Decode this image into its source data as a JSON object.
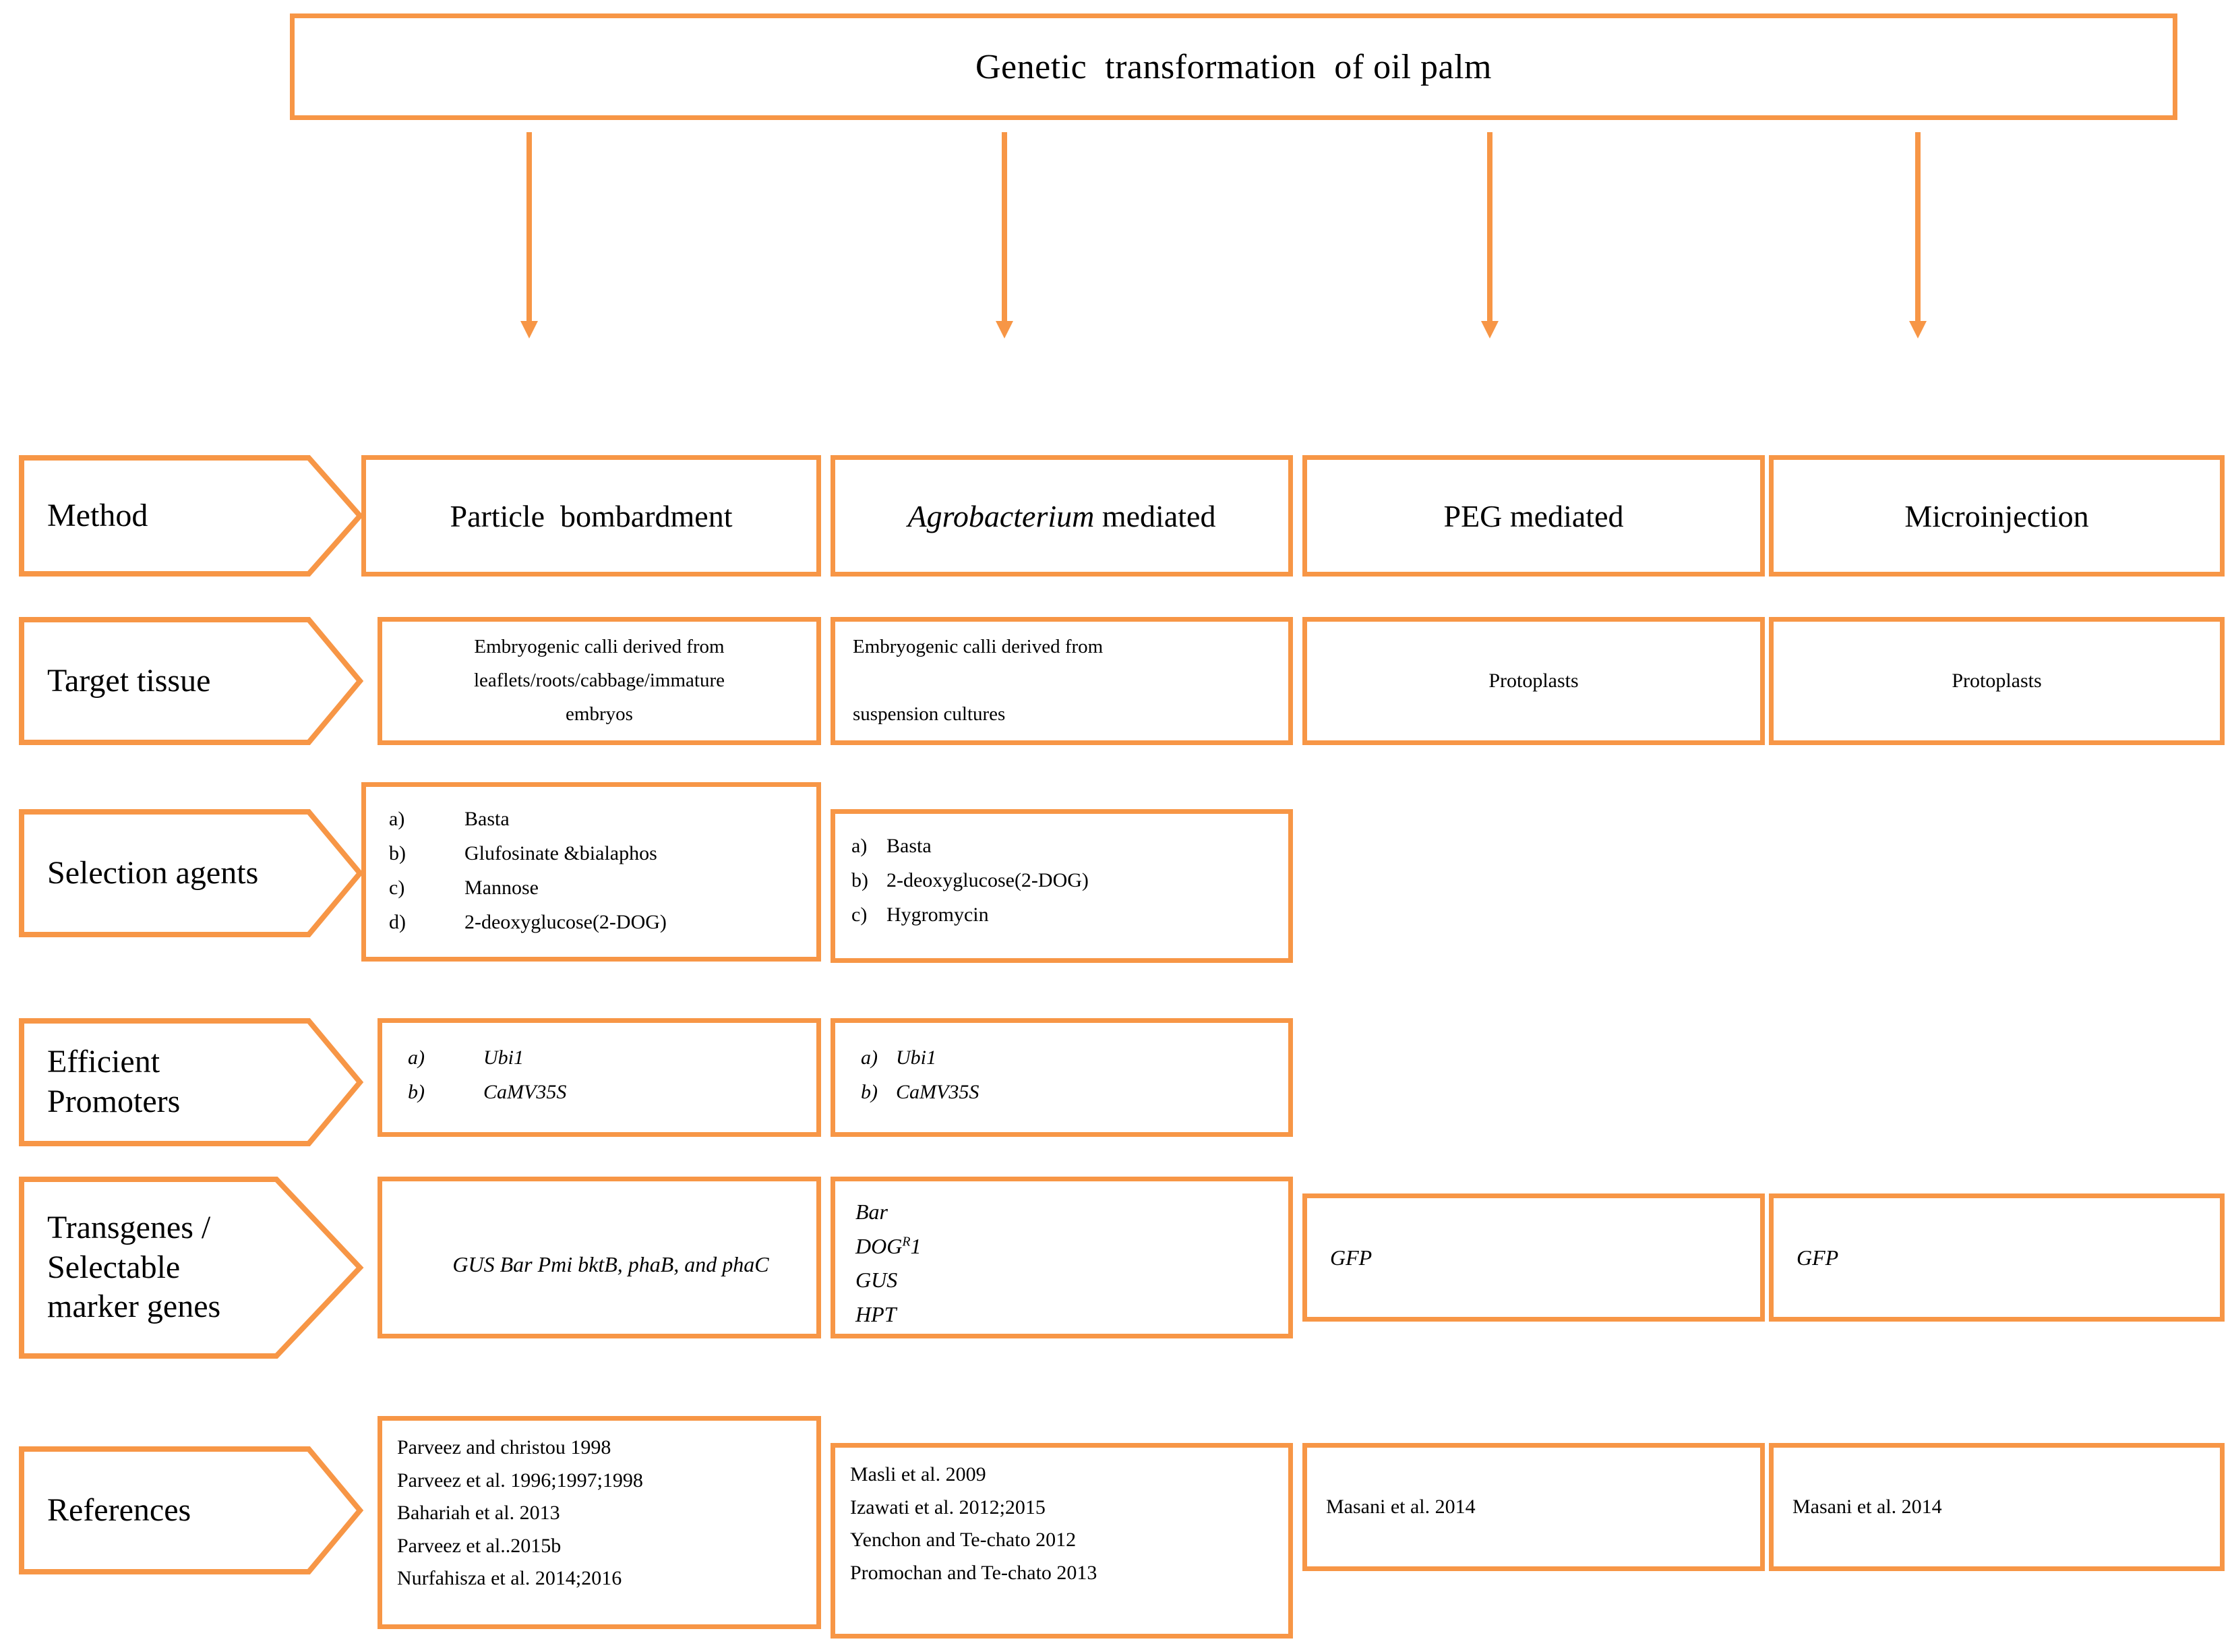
{
  "title": {
    "text": "Genetic  transformation  of oil palm"
  },
  "accent_color": "#F79646",
  "row_labels": [
    {
      "id": "method",
      "label": "Method"
    },
    {
      "id": "target",
      "label": "Target  tissue"
    },
    {
      "id": "selection",
      "label": "Selection  agents"
    },
    {
      "id": "promoters",
      "label": "Efficient\nPromoters"
    },
    {
      "id": "transgenes",
      "label": "Transgenes /\nSelectable\nmarker  genes"
    },
    {
      "id": "references",
      "label": "References"
    }
  ],
  "methods": [
    {
      "name_plain": "Particle  bombardment",
      "name_italic_prefix": "",
      "name_rest": ""
    },
    {
      "name_plain": "",
      "name_italic_prefix": "Agrobacterium",
      "name_rest": " mediated"
    },
    {
      "name_plain": "PEG mediated",
      "name_italic_prefix": "",
      "name_rest": ""
    },
    {
      "name_plain": "Microinjection",
      "name_italic_prefix": "",
      "name_rest": ""
    }
  ],
  "target_tissue": [
    "Embryogenic calli derived from\nleaflets/roots/cabbage/immature\nembryos",
    "Embryogenic calli derived from\n\nsuspension cultures",
    "Protoplasts",
    "Protoplasts"
  ],
  "selection_agents": {
    "particle": [
      {
        "marker": "a)",
        "text": "Basta"
      },
      {
        "marker": "b)",
        "text": "Glufosinate &bialaphos"
      },
      {
        "marker": "c)",
        "text": "Mannose"
      },
      {
        "marker": "d)",
        "text": "2-deoxyglucose(2-DOG)"
      }
    ],
    "agrobacterium": [
      {
        "marker": "a)",
        "text": "Basta"
      },
      {
        "marker": "b)",
        "text": "2-deoxyglucose(2-DOG)"
      },
      {
        "marker": "c)",
        "text": " Hygromycin"
      }
    ]
  },
  "promoters": {
    "particle": [
      {
        "marker": "a)",
        "text": "Ubi1"
      },
      {
        "marker": "b)",
        "text": "CaMV35S"
      }
    ],
    "agrobacterium": [
      {
        "marker": "a)",
        "text": "Ubi1"
      },
      {
        "marker": "b)",
        "text": "CaMV35S"
      }
    ]
  },
  "transgenes": {
    "particle": "GUS\nBar\nPmi\nbktB, phaB, and phaC",
    "agrobacterium_lines": [
      {
        "text": "Bar",
        "sup": ""
      },
      {
        "text": "DOG",
        "sup": "R",
        "tail": "1"
      },
      {
        "text": "GUS",
        "sup": ""
      },
      {
        "text": "HPT",
        "sup": ""
      }
    ],
    "peg": "GFP",
    "microinjection": "GFP"
  },
  "references": {
    "particle": "Parveez and christou 1998\nParveez et al. 1996;1997;1998\nBahariah et al. 2013\nParveez et al..2015b\nNurfahisza et al. 2014;2016",
    "agrobacterium": "Masli et al. 2009\nIzawati et al. 2012;2015\nYenchon and Te-chato 2012\nPromochan and Te-chato 2013",
    "peg": "Masani et al. 2014",
    "microinjection": "Masani et al. 2014"
  }
}
